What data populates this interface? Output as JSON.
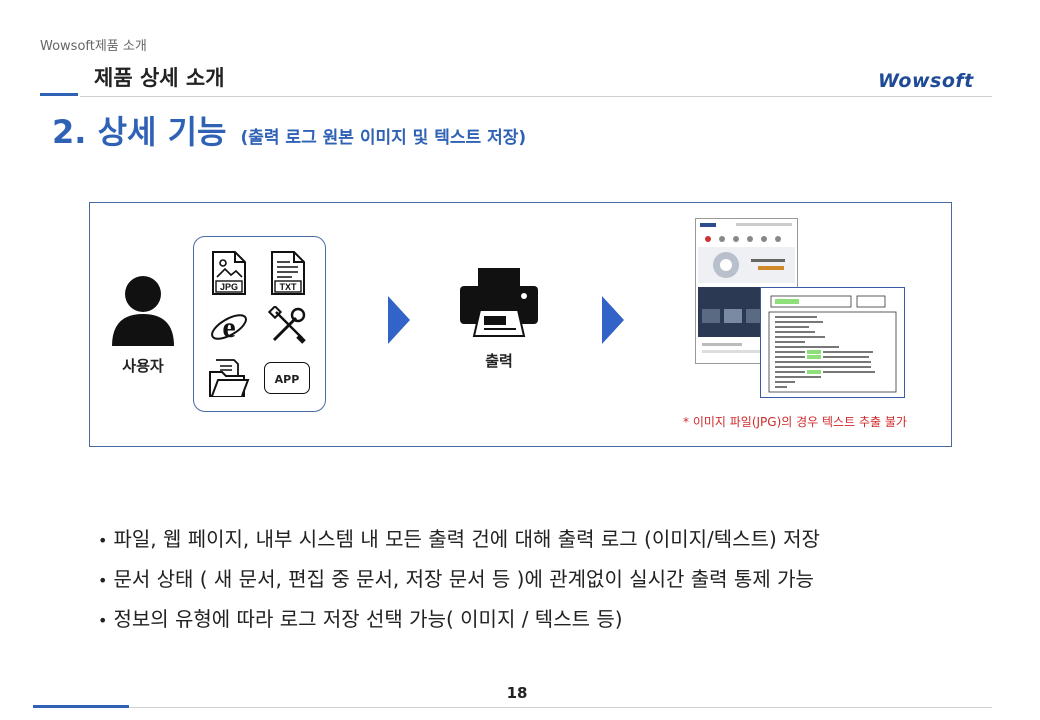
{
  "header": {
    "breadcrumb": "Wowsoft제품 소개",
    "title": "제품 상세 소개",
    "logo": "Wowsoft"
  },
  "section": {
    "heading": "2. 상세 기능",
    "subheading": "(출력 로그 원본 이미지 및 텍스트 저장)"
  },
  "diagram": {
    "user_label": "사용자",
    "sources": [
      {
        "icon": "jpg-file-icon",
        "label": "JPG"
      },
      {
        "icon": "txt-file-icon",
        "label": "TXT"
      },
      {
        "icon": "internet-explorer-icon",
        "label": ""
      },
      {
        "icon": "tools-icon",
        "label": ""
      },
      {
        "icon": "folder-documents-icon",
        "label": ""
      },
      {
        "icon": "app-badge-icon",
        "label": "APP"
      }
    ],
    "printer_label": "출력",
    "note": "* 이미지 파일(JPG)의 경우 텍스트 추출 불가",
    "colors": {
      "accent": "#2f62b5",
      "arrow": "#3264c8",
      "note": "#d02a2a"
    }
  },
  "bullets": [
    "파일, 웹 페이지, 내부 시스템 내 모든 출력 건에 대해 출력 로그 (이미지/텍스트) 저장",
    "문서 상태 ( 새 문서, 편집 중 문서, 저장 문서 등 )에 관계없이 실시간 출력 통제 가능",
    "정보의 유형에 따라 로그 저장 선택 가능( 이미지 / 텍스트 등)"
  ],
  "footer": {
    "page_number": "18"
  }
}
